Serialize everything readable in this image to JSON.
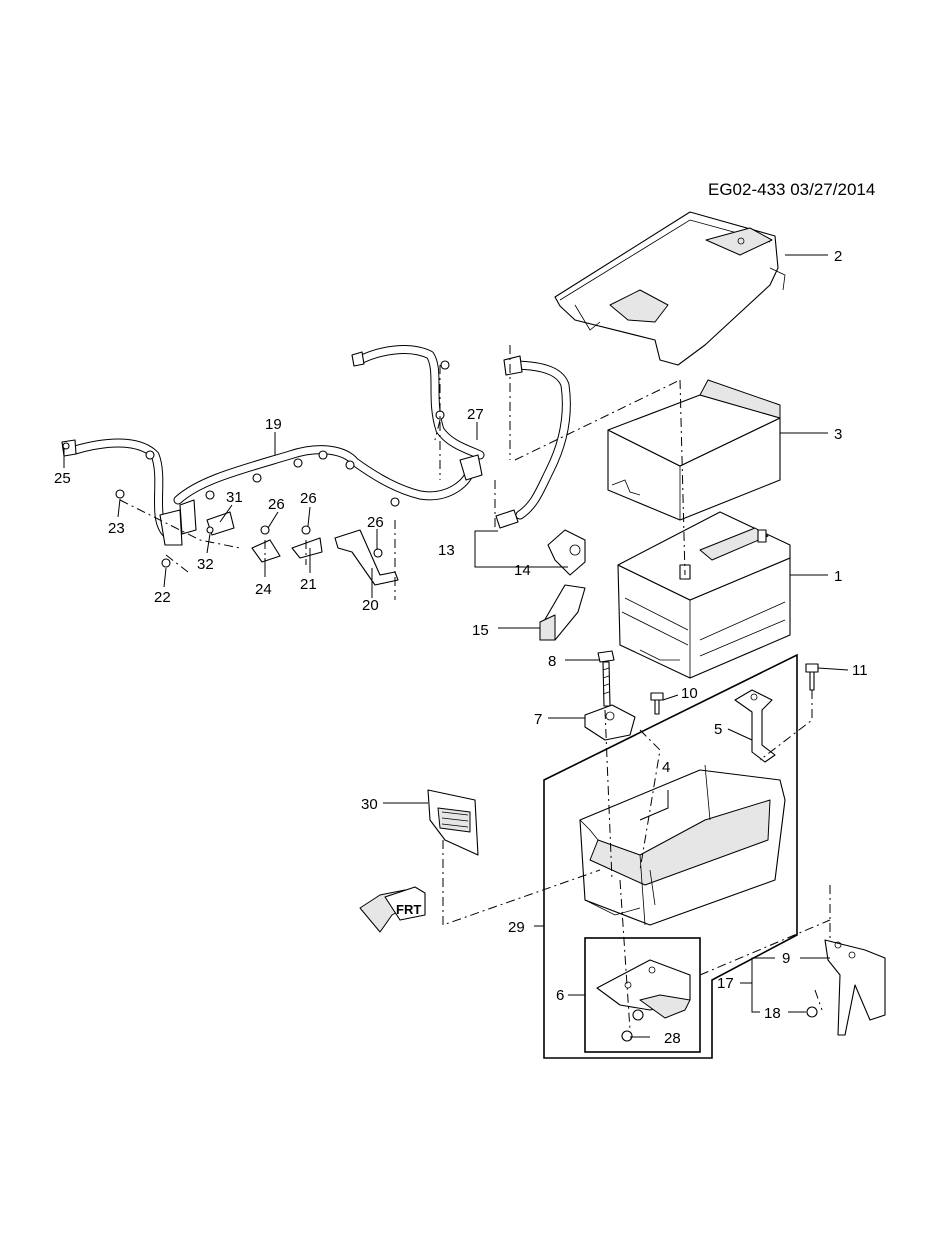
{
  "header": {
    "drawing_code": "EG02-433 03/27/2014"
  },
  "callouts": {
    "c1": "1",
    "c2": "2",
    "c3": "3",
    "c4": "4",
    "c5": "5",
    "c6": "6",
    "c7": "7",
    "c8": "8",
    "c9": "9",
    "c10": "10",
    "c11": "11",
    "c13": "13",
    "c14": "14",
    "c15": "15",
    "c17": "17",
    "c18": "18",
    "c19": "19",
    "c20": "20",
    "c21": "21",
    "c22": "22",
    "c23": "23",
    "c24": "24",
    "c25": "25",
    "c26a": "26",
    "c26b": "26",
    "c26c": "26",
    "c27": "27",
    "c28": "28",
    "c29": "29",
    "c30": "30",
    "c31": "31",
    "c32": "32"
  },
  "front_arrow": {
    "label": "FRT"
  }
}
